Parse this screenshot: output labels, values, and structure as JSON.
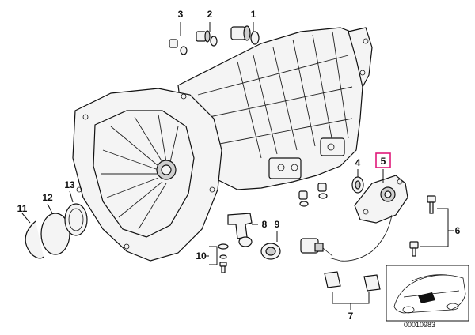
{
  "callouts": {
    "c1": "1",
    "c2": "2",
    "c3": "3",
    "c4": "4",
    "c5": "5",
    "c6": "6",
    "c7": "7",
    "c8": "8",
    "c9": "9",
    "c10": "10",
    "c11": "11",
    "c12": "12",
    "c13": "13"
  },
  "reference_number": "00010983",
  "highlight_color": "#e0197a"
}
